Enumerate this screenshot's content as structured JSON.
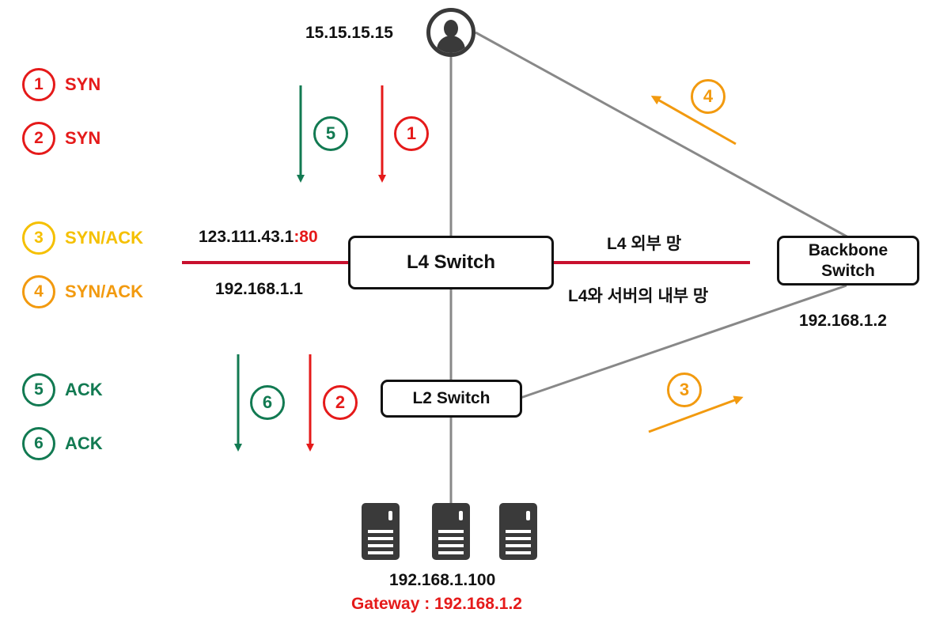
{
  "colors": {
    "red": "#e51a1a",
    "orange": "#f29a0f",
    "yellow": "#f5c000",
    "green": "#127a52",
    "line_gray": "#888888",
    "crimson": "#c8102e",
    "dark": "#111111"
  },
  "legend": [
    {
      "num": "1",
      "label": "SYN",
      "color": "#e51a1a"
    },
    {
      "num": "2",
      "label": "SYN",
      "color": "#e51a1a"
    },
    {
      "num": "3",
      "label": "SYN/ACK",
      "color": "#f5c000"
    },
    {
      "num": "4",
      "label": "SYN/ACK",
      "color": "#f29a0f"
    },
    {
      "num": "5",
      "label": "ACK",
      "color": "#127a52"
    },
    {
      "num": "6",
      "label": "ACK",
      "color": "#127a52"
    }
  ],
  "client": {
    "ip": "15.15.15.15",
    "icon": "user-icon"
  },
  "l4_switch": {
    "label": "L4 Switch",
    "ext_ip": "123.111.43.1",
    "ext_port": ":80",
    "int_ip": "192.168.1.1"
  },
  "backbone": {
    "line1": "Backbone",
    "line2": "Switch",
    "ip": "192.168.1.2"
  },
  "l2_switch": {
    "label": "L2 Switch"
  },
  "network_labels": {
    "external": "L4 외부 망",
    "internal": "L4와 서버의 내부 망"
  },
  "servers": {
    "count": 3,
    "icon": "server-icon",
    "ip": "192.168.1.100",
    "gateway": "Gateway : 192.168.1.2"
  },
  "steps": {
    "s1": "1",
    "s2": "2",
    "s3": "3",
    "s4": "4",
    "s5": "5",
    "s6": "6"
  }
}
